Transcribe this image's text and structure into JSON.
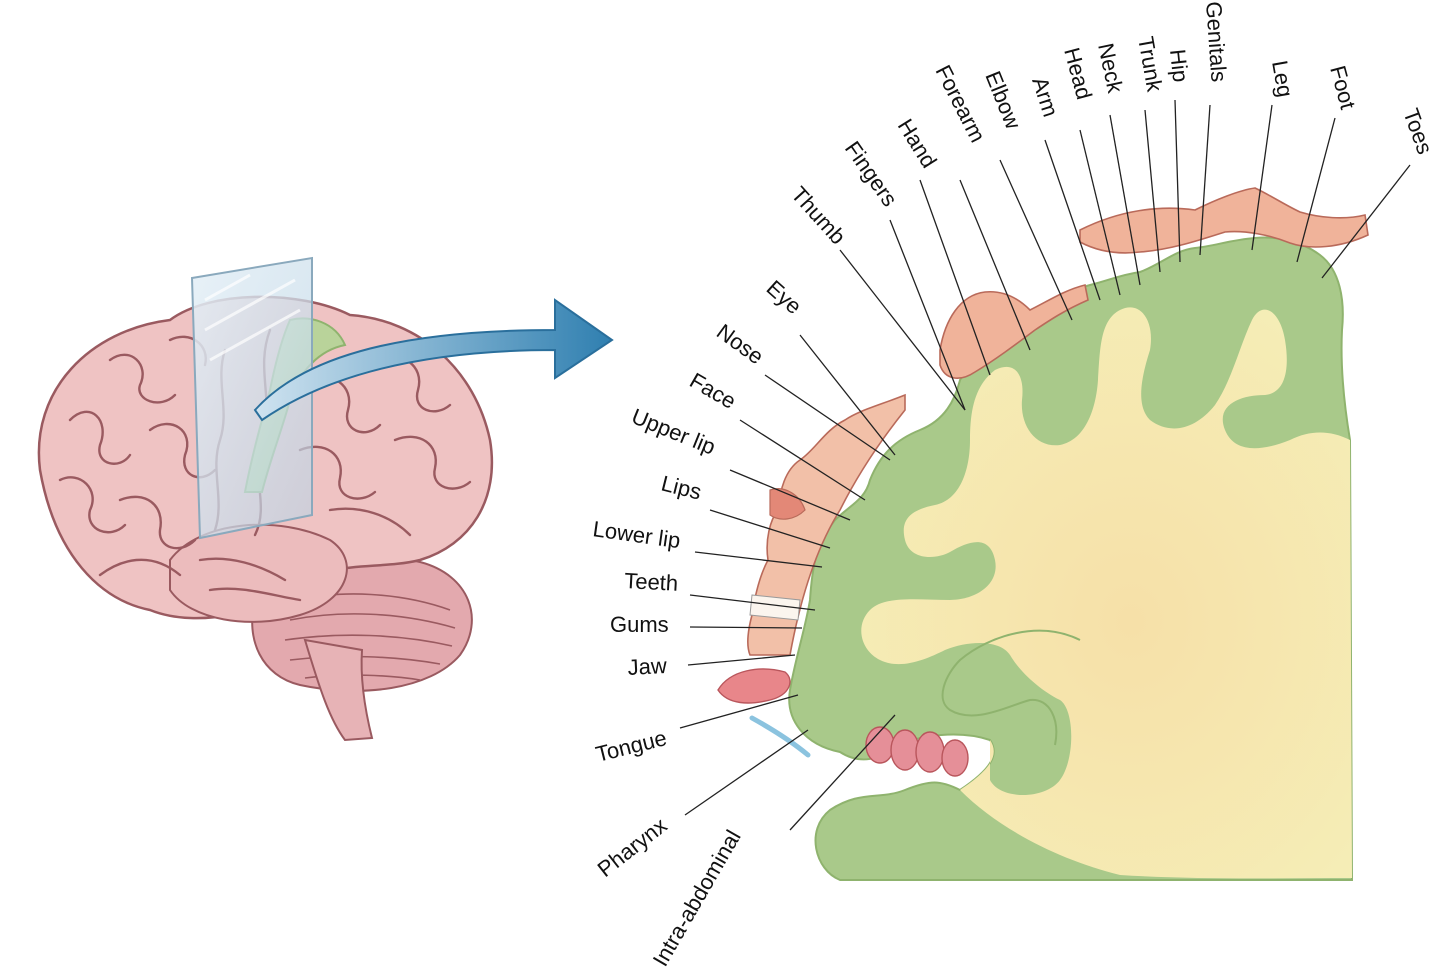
{
  "colors": {
    "cortex_green": "#a9c98a",
    "cortex_edge": "#8fb36e",
    "white_matter": "#f4edb4",
    "brain_pink": "#efc0c0",
    "brain_line": "#9a5a60",
    "homunculus_flesh": "#f0b39a",
    "arrow_blue": "#3b86b6",
    "cerebellum": "#e2a6ab"
  },
  "icons": [
    "brain-illustration",
    "slice-plane",
    "curved-arrow",
    "homunculus-figure",
    "cortex-section"
  ],
  "labels": {
    "toes": "Toes",
    "foot": "Foot",
    "leg": "Leg",
    "genitals": "Genitals",
    "hip": "Hip",
    "trunk": "Trunk",
    "neck": "Neck",
    "head": "Head",
    "arm": "Arm",
    "elbow": "Elbow",
    "forearm": "Forearm",
    "hand": "Hand",
    "fingers": "Fingers",
    "thumb": "Thumb",
    "eye": "Eye",
    "nose": "Nose",
    "face": "Face",
    "upper_lip": "Upper lip",
    "lips": "Lips",
    "lower_lip": "Lower lip",
    "teeth": "Teeth",
    "gums": "Gums",
    "jaw": "Jaw",
    "tongue": "Tongue",
    "pharynx": "Pharynx",
    "intra_abdominal": "Intra-abdominal"
  }
}
